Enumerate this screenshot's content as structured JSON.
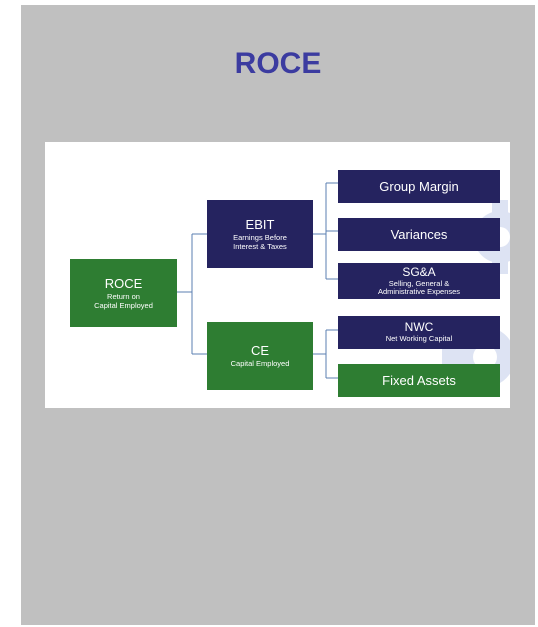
{
  "page": {
    "title": "ROCE"
  },
  "colors": {
    "panel": "#c0c0c0",
    "title": "#3b3ba0",
    "green": "#2e7d32",
    "navy": "#25235f",
    "connector": "#5b7fb2",
    "gear": "#cfd8ee"
  },
  "diagram": {
    "roce": {
      "title": "ROCE",
      "subtitle_line1": "Return on",
      "subtitle_line2": "Capital Employed"
    },
    "ebit": {
      "title": "EBIT",
      "subtitle_line1": "Earnings Before",
      "subtitle_line2": "Interest & Taxes"
    },
    "ce": {
      "title": "CE",
      "subtitle": "Capital Employed"
    },
    "group_margin": {
      "title": "Group Margin"
    },
    "variances": {
      "title": "Variances"
    },
    "sga": {
      "title": "SG&A",
      "subtitle_line1": "Selling, General &",
      "subtitle_line2": "Administrative Expenses"
    },
    "nwc": {
      "title": "NWC",
      "subtitle": "Net Working Capital"
    },
    "fixed_assets": {
      "title": "Fixed Assets"
    }
  }
}
